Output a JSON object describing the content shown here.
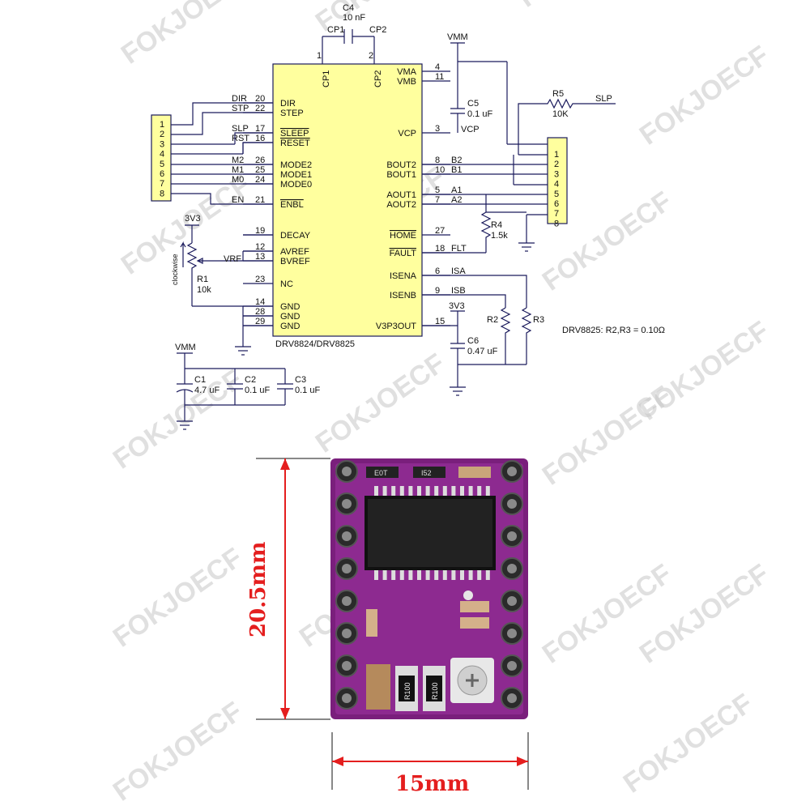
{
  "watermark": "FOKJOECF",
  "chip": {
    "name": "DRV8824/DRV8825",
    "left_pins": [
      {
        "label": "DIR",
        "num": "20",
        "net": "DIR",
        "overline": false
      },
      {
        "label": "STEP",
        "num": "22",
        "net": "STP",
        "overline": false
      },
      {
        "label": "SLEEP",
        "num": "17",
        "net": "SLP",
        "overline": true
      },
      {
        "label": "RESET",
        "num": "16",
        "net": "RST",
        "overline": true
      },
      {
        "label": "MODE2",
        "num": "26",
        "net": "M2",
        "overline": false
      },
      {
        "label": "MODE1",
        "num": "25",
        "net": "M1",
        "overline": false
      },
      {
        "label": "MODE0",
        "num": "24",
        "net": "M0",
        "overline": false
      },
      {
        "label": "ENBL",
        "num": "21",
        "net": "EN",
        "overline": true
      },
      {
        "label": "DECAY",
        "num": "19",
        "net": "",
        "overline": false
      },
      {
        "label": "AVREF",
        "num": "12",
        "net": "",
        "overline": false
      },
      {
        "label": "BVREF",
        "num": "13",
        "net": "",
        "overline": false
      },
      {
        "label": "NC",
        "num": "23",
        "net": "",
        "overline": false
      },
      {
        "label": "GND",
        "num": "14",
        "net": "",
        "overline": false
      },
      {
        "label": "GND",
        "num": "28",
        "net": "",
        "overline": false
      },
      {
        "label": "GND",
        "num": "29",
        "net": "",
        "overline": false
      }
    ],
    "right_pins": [
      {
        "label": "VMA",
        "num": "4",
        "net": ""
      },
      {
        "label": "VMB",
        "num": "11",
        "net": ""
      },
      {
        "label": "VCP",
        "num": "3",
        "net": "VCP"
      },
      {
        "label": "BOUT2",
        "num": "8",
        "net": "B2"
      },
      {
        "label": "BOUT1",
        "num": "10",
        "net": "B1"
      },
      {
        "label": "AOUT1",
        "num": "5",
        "net": "A1"
      },
      {
        "label": "AOUT2",
        "num": "7",
        "net": "A2"
      },
      {
        "label": "HOME",
        "num": "27",
        "net": ""
      },
      {
        "label": "FAULT",
        "num": "18",
        "net": "FLT"
      },
      {
        "label": "ISENA",
        "num": "6",
        "net": "ISA"
      },
      {
        "label": "ISENB",
        "num": "9",
        "net": "ISB"
      },
      {
        "label": "V3P3OUT",
        "num": "15",
        "net": ""
      }
    ],
    "top_pins": [
      {
        "label": "CP1",
        "num": "1"
      },
      {
        "label": "CP2",
        "num": "2"
      }
    ]
  },
  "components": {
    "c4": {
      "ref": "C4",
      "value": "10 nF"
    },
    "c5": {
      "ref": "C5",
      "value": "0.1 uF"
    },
    "c6": {
      "ref": "C6",
      "value": "0.47 uF"
    },
    "c1": {
      "ref": "C1",
      "value": "4.7 uF"
    },
    "c2": {
      "ref": "C2",
      "value": "0.1 uF"
    },
    "c3": {
      "ref": "C3",
      "value": "0.1 uF"
    },
    "r5": {
      "ref": "R5",
      "value": "10K",
      "net": "SLP"
    },
    "r4": {
      "ref": "R4",
      "value": "1.5k"
    },
    "r1": {
      "ref": "R1",
      "value": "10k"
    },
    "r2": {
      "ref": "R2"
    },
    "r3": {
      "ref": "R3"
    }
  },
  "nets": {
    "vmm": "VMM",
    "v3v3": "3V3",
    "vrf": "VRF",
    "clockwise": "clockwise"
  },
  "note": "DRV8825: R2,R3 = 0.10Ω",
  "left_connector": [
    "1",
    "2",
    "3",
    "4",
    "5",
    "6",
    "7",
    "8"
  ],
  "right_connector": [
    "1",
    "2",
    "3",
    "4",
    "5",
    "6",
    "7",
    "8"
  ],
  "board": {
    "height_label": "20.5mm",
    "width_label": "15mm",
    "smd_labels": [
      "E0T",
      "I52",
      "R100",
      "R100"
    ]
  }
}
